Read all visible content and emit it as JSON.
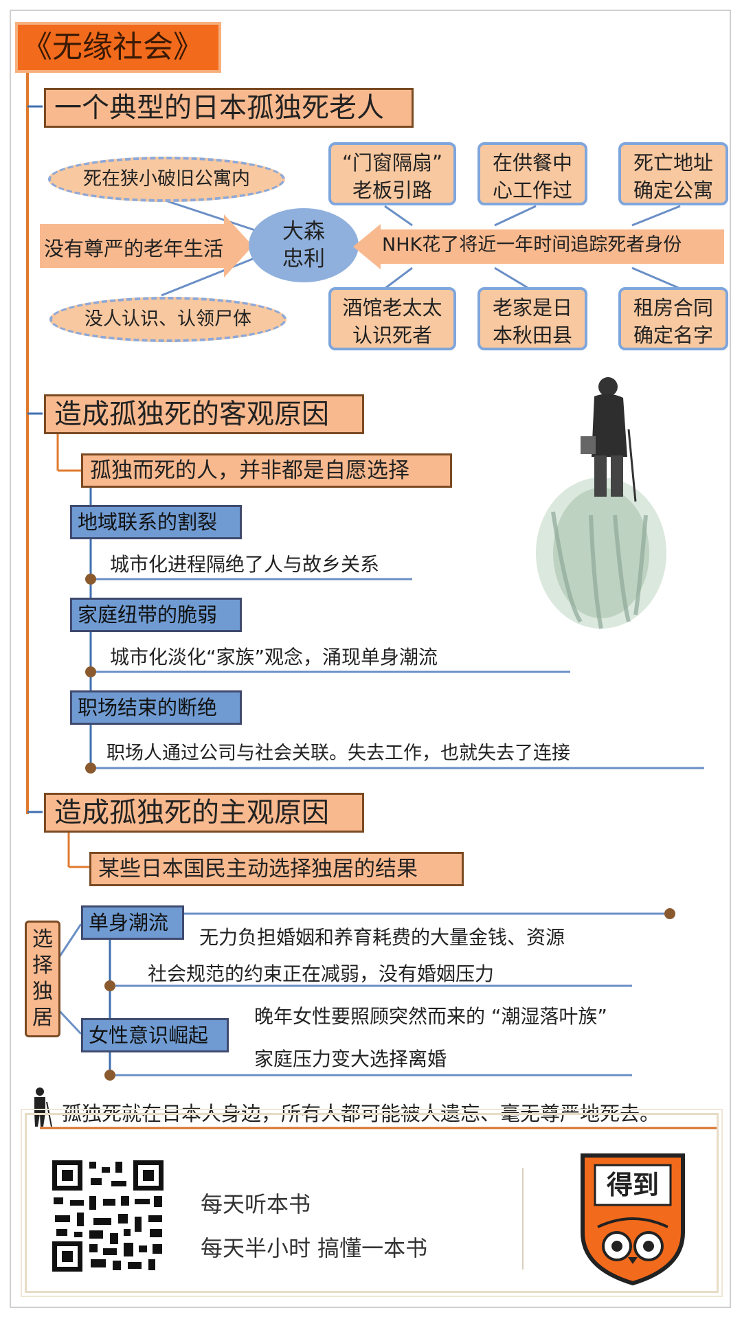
{
  "title": "《无缘社会》",
  "sec1": {
    "heading": "一个典型的日本孤独死老人",
    "center": [
      "大森",
      "忠利"
    ],
    "left_top": "死在狭小破旧公寓内",
    "left_arrow": "没有尊严的老年生活",
    "left_bottom": "没人认识、认领尸体",
    "right_arrow": "NHK花了将近一年时间追踪死者身份",
    "top_boxes": [
      [
        "“门窗隔扇”",
        "老板引路"
      ],
      [
        "在供餐中",
        "心工作过"
      ],
      [
        "死亡地址",
        "确定公寓"
      ]
    ],
    "bottom_boxes": [
      [
        "酒馆老太太",
        "认识死者"
      ],
      [
        "老家是日",
        "本秋田县"
      ],
      [
        "租房合同",
        "确定名字"
      ]
    ]
  },
  "sec2": {
    "heading": "造成孤独死的客观原因",
    "sub": "孤独而死的人，并非都是自愿选择",
    "items": [
      {
        "label": "地域联系的割裂",
        "text": "城市化进程隔绝了人与故乡关系"
      },
      {
        "label": "家庭纽带的脆弱",
        "text": "城市化淡化“家族”观念，涌现单身潮流"
      },
      {
        "label": "职场结束的断绝",
        "text": "职场人通过公司与社会关联。失去工作，也就失去了连接"
      }
    ]
  },
  "sec3": {
    "heading": "造成孤独死的主观原因",
    "sub": "某些日本国民主动选择独居的结果",
    "side_label": [
      "选",
      "择",
      "独",
      "居"
    ],
    "items": [
      {
        "label": "单身潮流",
        "texts": [
          "无力负担婚姻和养育耗费的大量金钱、资源",
          "社会规范的约束正在减弱，没有婚姻压力"
        ]
      },
      {
        "label": "女性意识崛起",
        "texts": [
          "晚年女性要照顾突然而来的 “潮湿落叶族”",
          "家庭压力变大选择离婚"
        ]
      }
    ]
  },
  "conclusion": "孤独死就在日本人身边，所有人都可能被人遗忘、毫无尊严地死去。",
  "footer": {
    "line1": "每天听本书",
    "line2": "每天半小时 搞懂一本书",
    "logo_text": "得到"
  },
  "colors": {
    "orange": "#f26a1b",
    "peach": "#f8b98e",
    "blue": "#6f9bd2",
    "trunk": "#e07a2e",
    "line": "#6a8fc6"
  }
}
